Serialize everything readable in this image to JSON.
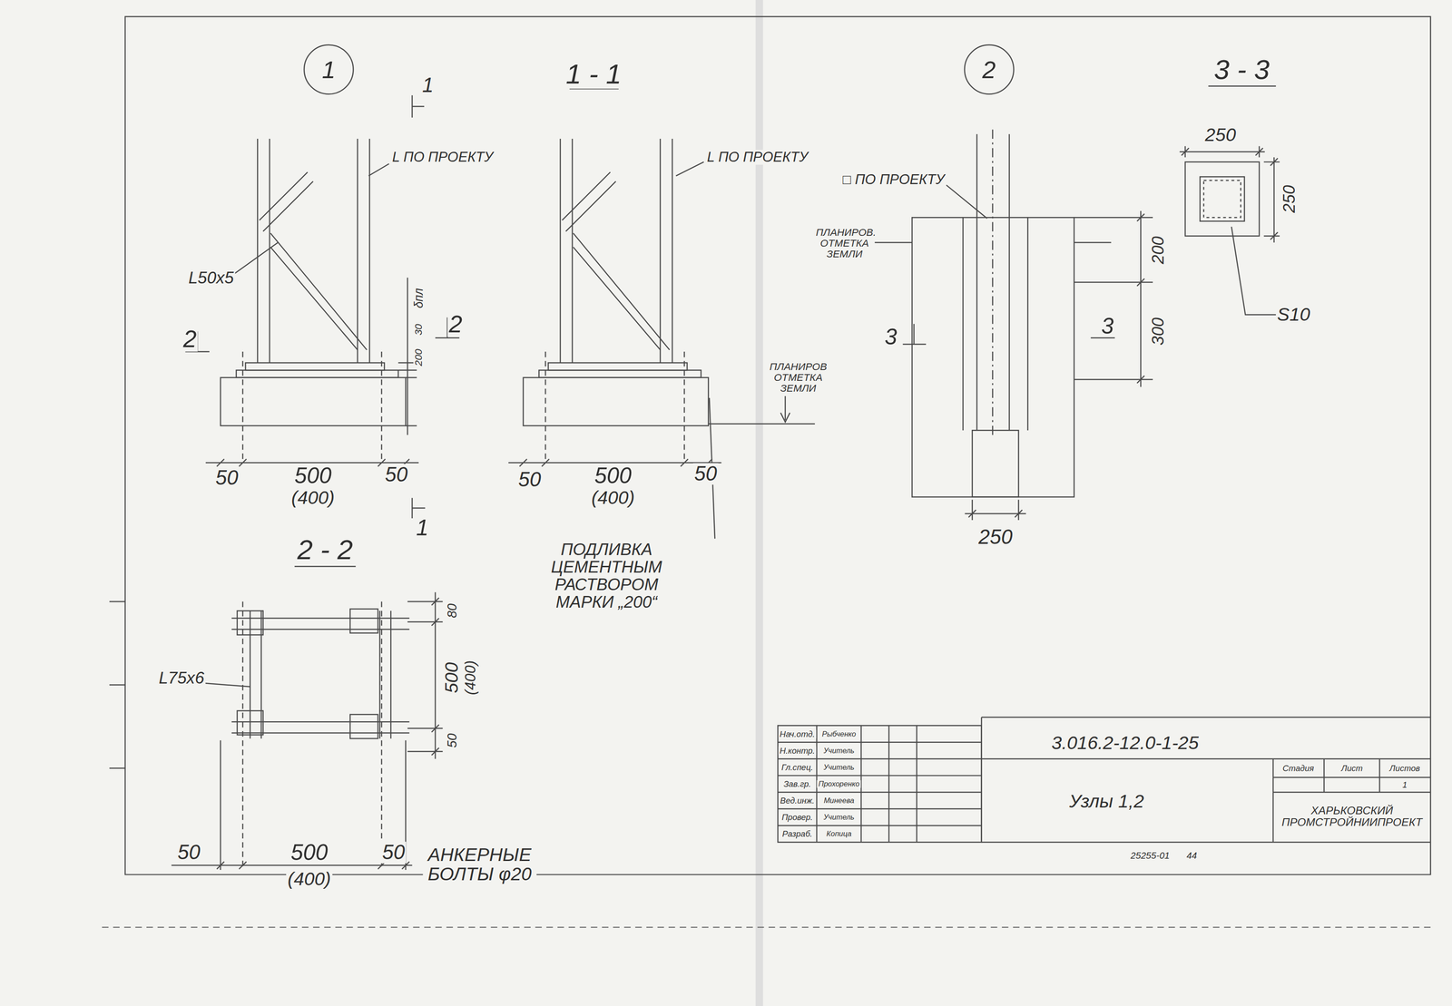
{
  "diagram": {
    "nodes": [
      {
        "text": [
          "1"
        ]
      },
      {
        "text": [
          "2"
        ]
      }
    ],
    "labels": [
      "1",
      "1 - 1",
      "3 - 3",
      "L ПО ПРОЕКТУ",
      "L50x5",
      "2",
      "2",
      "δпл",
      "30",
      "200",
      "50",
      "500",
      "(400)",
      "50",
      "1",
      "2 - 2",
      "L ПО ПРОЕКТУ",
      "□ ПО ПРОЕКТУ",
      "ПЛАНИРОВ. ОТМЕТКА ЗЕМЛИ",
      "ПЛАНИРОВ ОТМЕТКА ЗЕМЛИ",
      "50",
      "500",
      "(400)",
      "50",
      "ПОДЛИВКА ЦЕМЕНТНЫМ РАСТВОРОМ МАРКИ „200“",
      "3",
      "3",
      "200",
      "300",
      "250",
      "250",
      "250",
      "S10",
      "L75x6",
      "80",
      "500",
      "(400)",
      "50",
      "50",
      "500",
      "(400)",
      "50",
      "АНКЕРНЫЕ БОЛТЫ φ20",
      "Нач.отд.",
      "Рыбченко",
      "Н.контр.",
      "Учитель",
      "Гл.спец.",
      "Учитель",
      "Зав.гр.",
      "Прохоренко",
      "Вед.инж.",
      "Минеева",
      "Провер.",
      "Учитель",
      "Разраб.",
      "Копица",
      "3.016.2-12.0-1-25",
      "Узлы 1,2",
      "Стадия",
      "Лист",
      "Листов",
      "1",
      "ХАРЬКОВСКИЙ ПРОМСТРОЙНИИПРОЕКТ",
      "25255-01",
      "44"
    ]
  }
}
